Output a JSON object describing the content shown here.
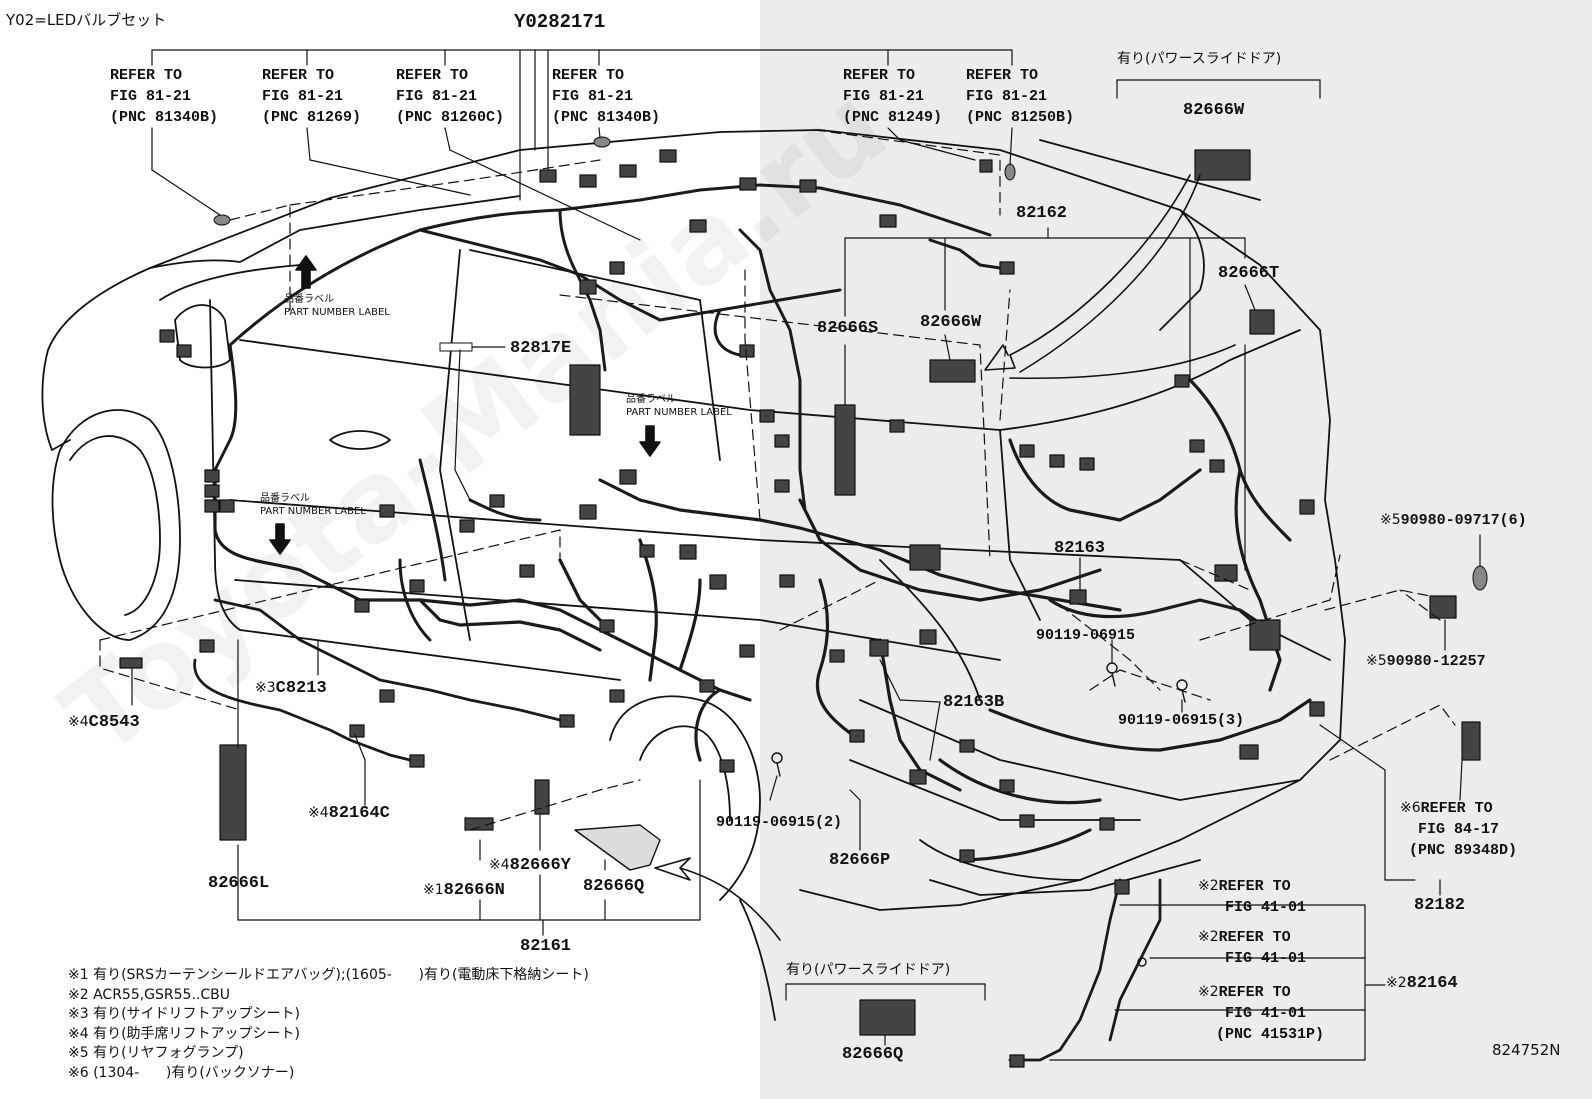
{
  "header": {
    "variant_note": "Y02=LEDバルブセット",
    "top_part": "Y0282171",
    "power_door_top": "有り(パワースライドドア)",
    "power_door_bottom": "有り(パワースライドドア)",
    "diagram_code": "824752N",
    "watermark": "Toyota-Mania.ru"
  },
  "refs": [
    {
      "l1": "REFER TO",
      "l2": "FIG 81-21",
      "l3": "(PNC 81340B)"
    },
    {
      "l1": "REFER TO",
      "l2": "FIG 81-21",
      "l3": "(PNC 81269)"
    },
    {
      "l1": "REFER TO",
      "l2": "FIG 81-21",
      "l3": "(PNC 81260C)"
    },
    {
      "l1": "REFER TO",
      "l2": "FIG 81-21",
      "l3": "(PNC 81340B)"
    },
    {
      "l1": "REFER TO",
      "l2": "FIG 81-21",
      "l3": "(PNC 81249)"
    },
    {
      "l1": "REFER TO",
      "l2": "FIG 81-21",
      "l3": "(PNC 81250B)"
    }
  ],
  "labels": {
    "p82666W_top": "82666W",
    "p82162": "82162",
    "p82666T": "82666T",
    "p82666S": "82666S",
    "p82666W_mid": "82666W",
    "p82817E": "82817E",
    "p82163": "82163",
    "bolt1": "90119-06915",
    "p82163B": "82163B",
    "bolt3": "90119-06915(3)",
    "bolt2": "90119-06915(2)",
    "p82666P": "82666P",
    "p82666Q_mid": "82666Q",
    "p82666Y": "82666Y",
    "p82666N": "82666N",
    "p82666L": "82666L",
    "p82161": "82161",
    "p82164C": "82164C",
    "pC8213": "C8213",
    "pC8543": "C8543",
    "p82666Q_bottom": "82666Q",
    "p82182": "82182",
    "p82164": "82164",
    "fog1": "90980-09717(6)",
    "fog2": "90980-12257"
  },
  "marks": {
    "m1": "※1",
    "m2a": "※2",
    "m2b": "※2",
    "m2c": "※2",
    "m2d": "※2",
    "m3": "※3",
    "m4a": "※4",
    "m4b": "※4",
    "m4c": "※4",
    "m5a": "※5",
    "m5b": "※5",
    "m6": "※6"
  },
  "ref_fig84": {
    "l1": "REFER TO",
    "l2": "FIG 84-17",
    "l3": "(PNC 89348D)"
  },
  "ref_fig41": [
    {
      "l1": "REFER TO",
      "l2": "FIG 41-01"
    },
    {
      "l1": "REFER TO",
      "l2": "FIG 41-01"
    },
    {
      "l1": "REFER TO",
      "l2": "FIG 41-01",
      "l3": "(PNC 41531P)"
    }
  ],
  "part_label_jp": "品番ラベル",
  "part_label_en": "PART NUMBER LABEL",
  "footnotes": [
    "※1 有り(SRSカーテンシールドエアバッグ);(1605-      )有り(電動床下格納シート)",
    "※2 ACR55,GSR55..CBU",
    "※3 有り(サイドリフトアップシート)",
    "※4 有り(助手席リフトアップシート)",
    "※5 有り(リヤフォグランプ)",
    "※6 (1304-      )有り(バックソナー)"
  ]
}
